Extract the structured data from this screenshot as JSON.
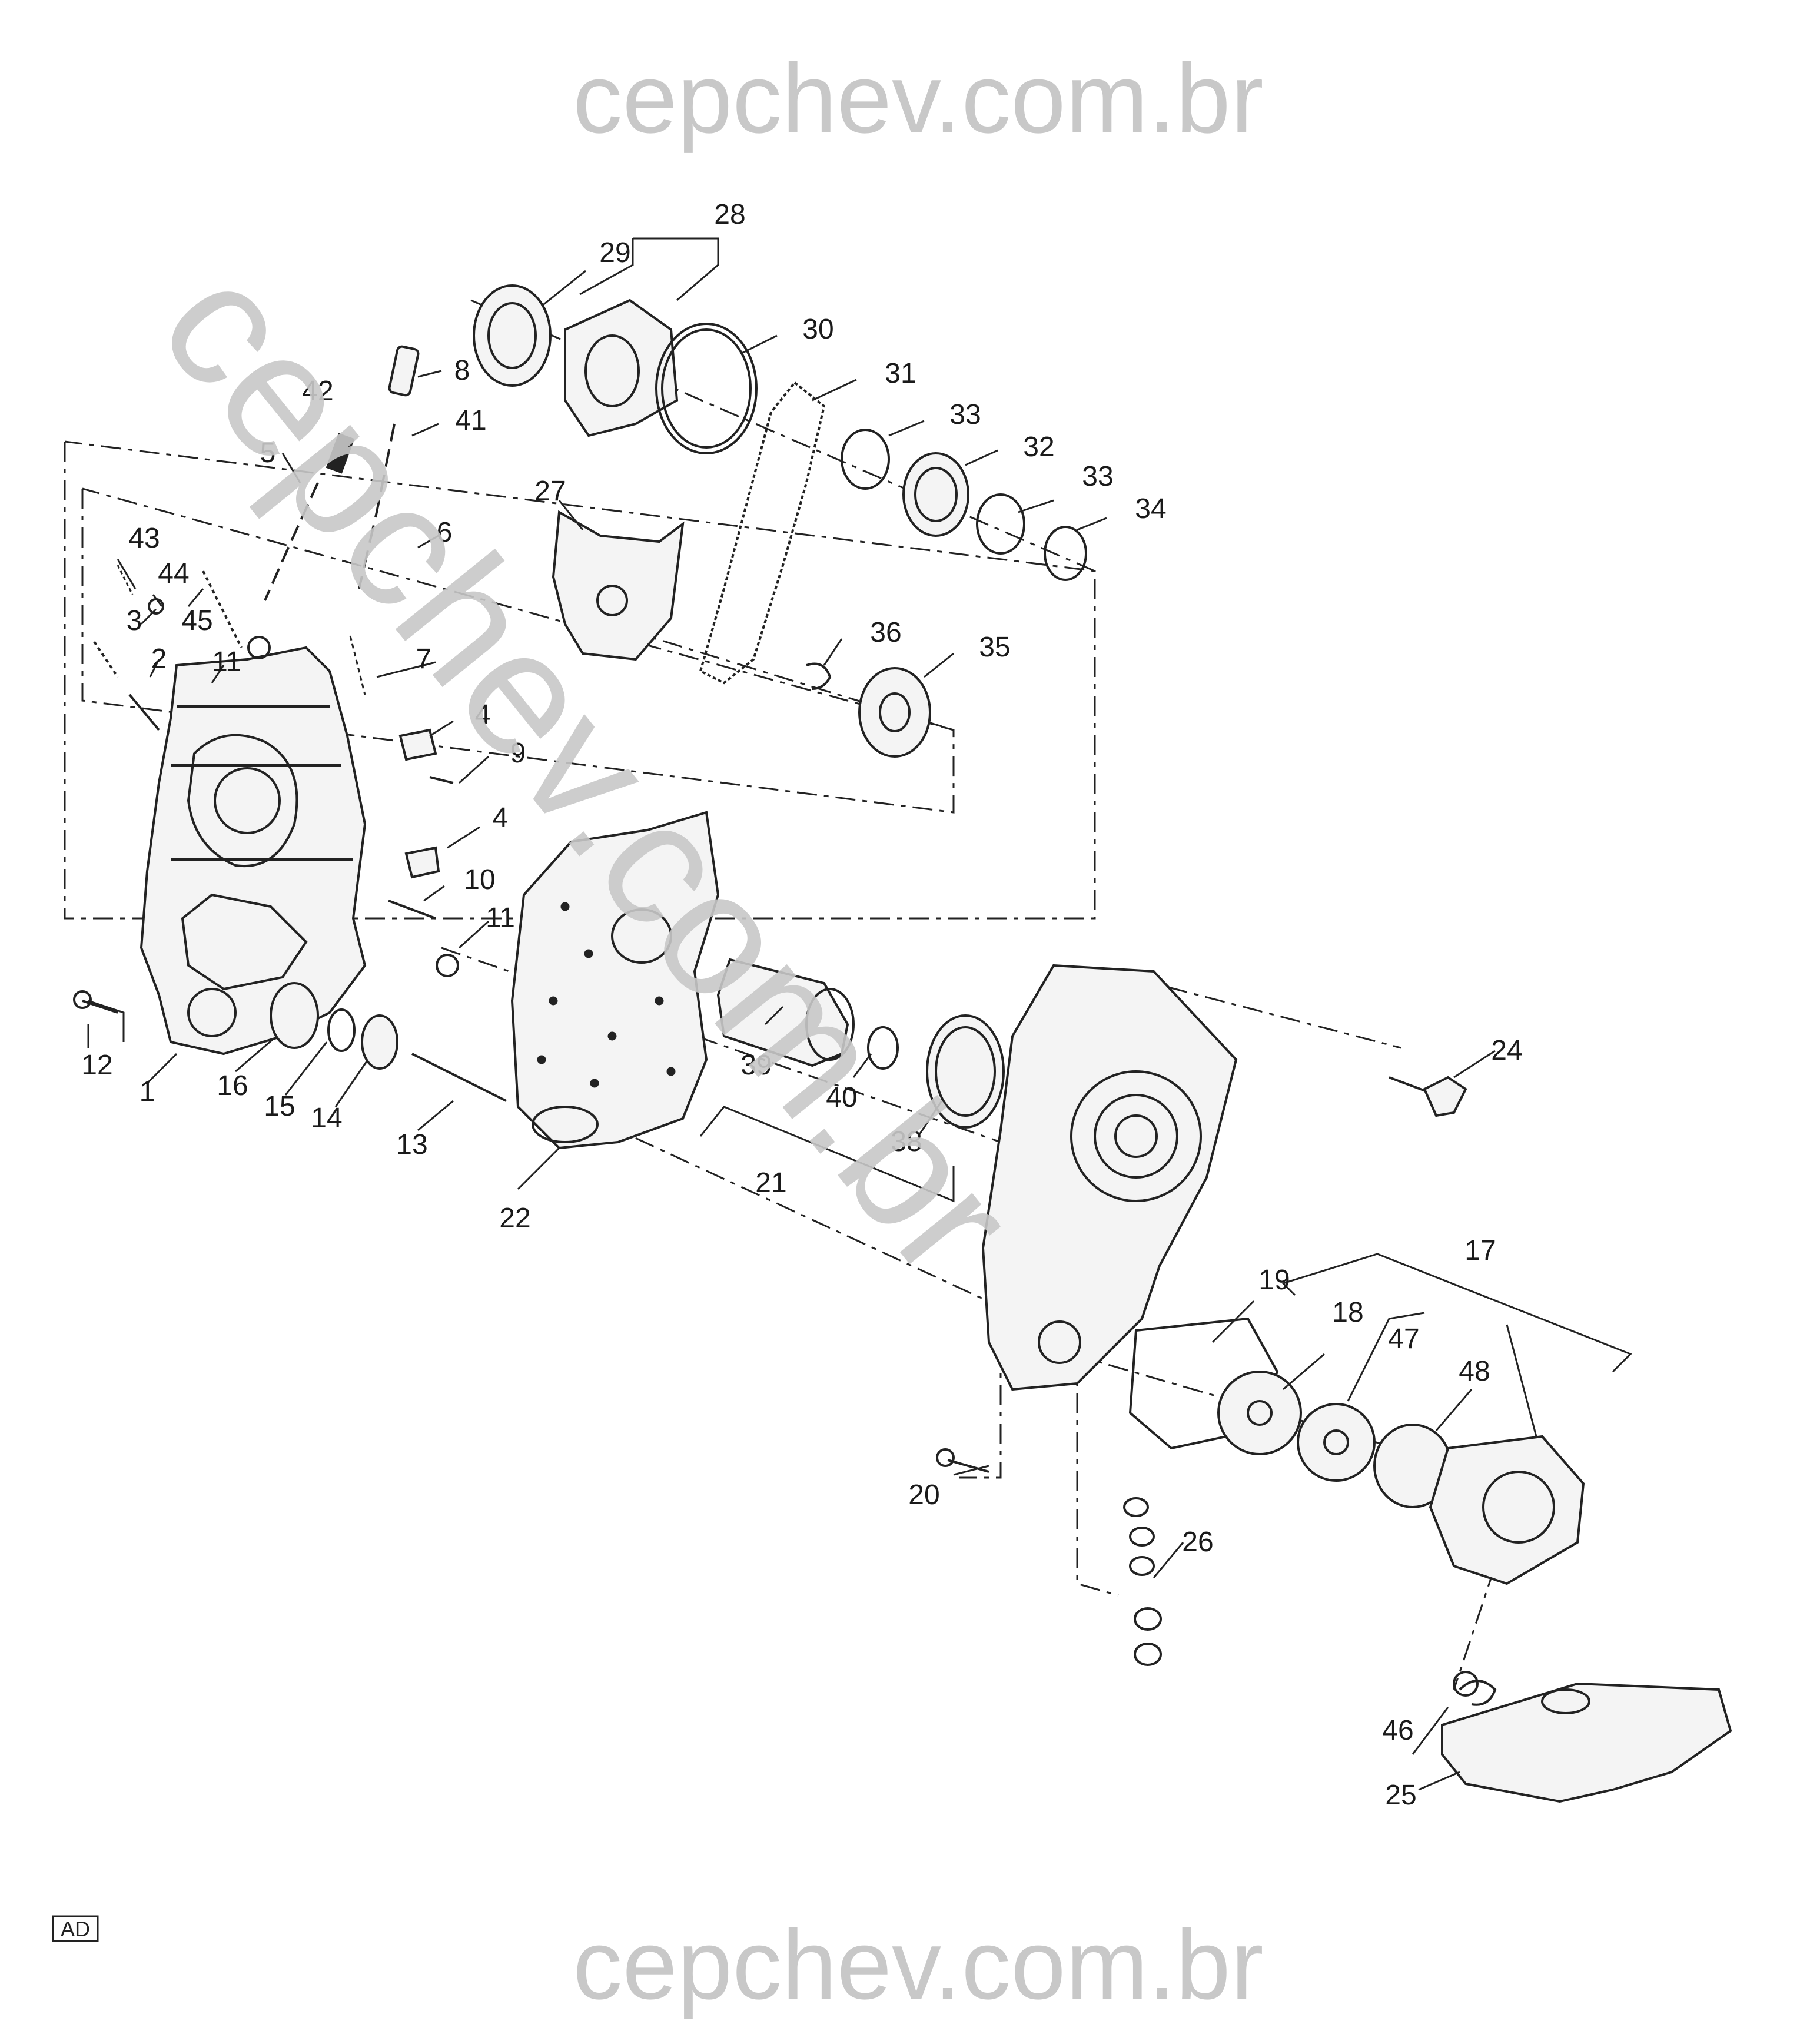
{
  "watermark": {
    "top_text": "cepchev.com.br",
    "bottom_text": "cepchev.com.br",
    "diagonal_text": "cepchev.com.br",
    "color": "#c8c8c8"
  },
  "view_code": "AD",
  "callouts": {
    "c1": "1",
    "c2": "2",
    "c3": "3",
    "c4a": "4",
    "c4b": "4",
    "c5": "5",
    "c6": "6",
    "c7": "7",
    "c8": "8",
    "c9": "9",
    "c10": "10",
    "c11a": "11",
    "c11b": "11",
    "c12": "12",
    "c13": "13",
    "c14": "14",
    "c15": "15",
    "c16": "16",
    "c17": "17",
    "c18": "18",
    "c19": "19",
    "c20": "20",
    "c21": "21",
    "c22": "22",
    "c24": "24",
    "c25": "25",
    "c26": "26",
    "c27": "27",
    "c28": "28",
    "c29": "29",
    "c30": "30",
    "c31": "31",
    "c32": "32",
    "c33a": "33",
    "c33b": "33",
    "c34": "34",
    "c35": "35",
    "c36": "36",
    "c38": "38",
    "c39": "39",
    "c40": "40",
    "c41": "41",
    "c42": "42",
    "c43": "43",
    "c44": "44",
    "c45": "45",
    "c46": "46",
    "c47": "47",
    "c48": "48"
  }
}
